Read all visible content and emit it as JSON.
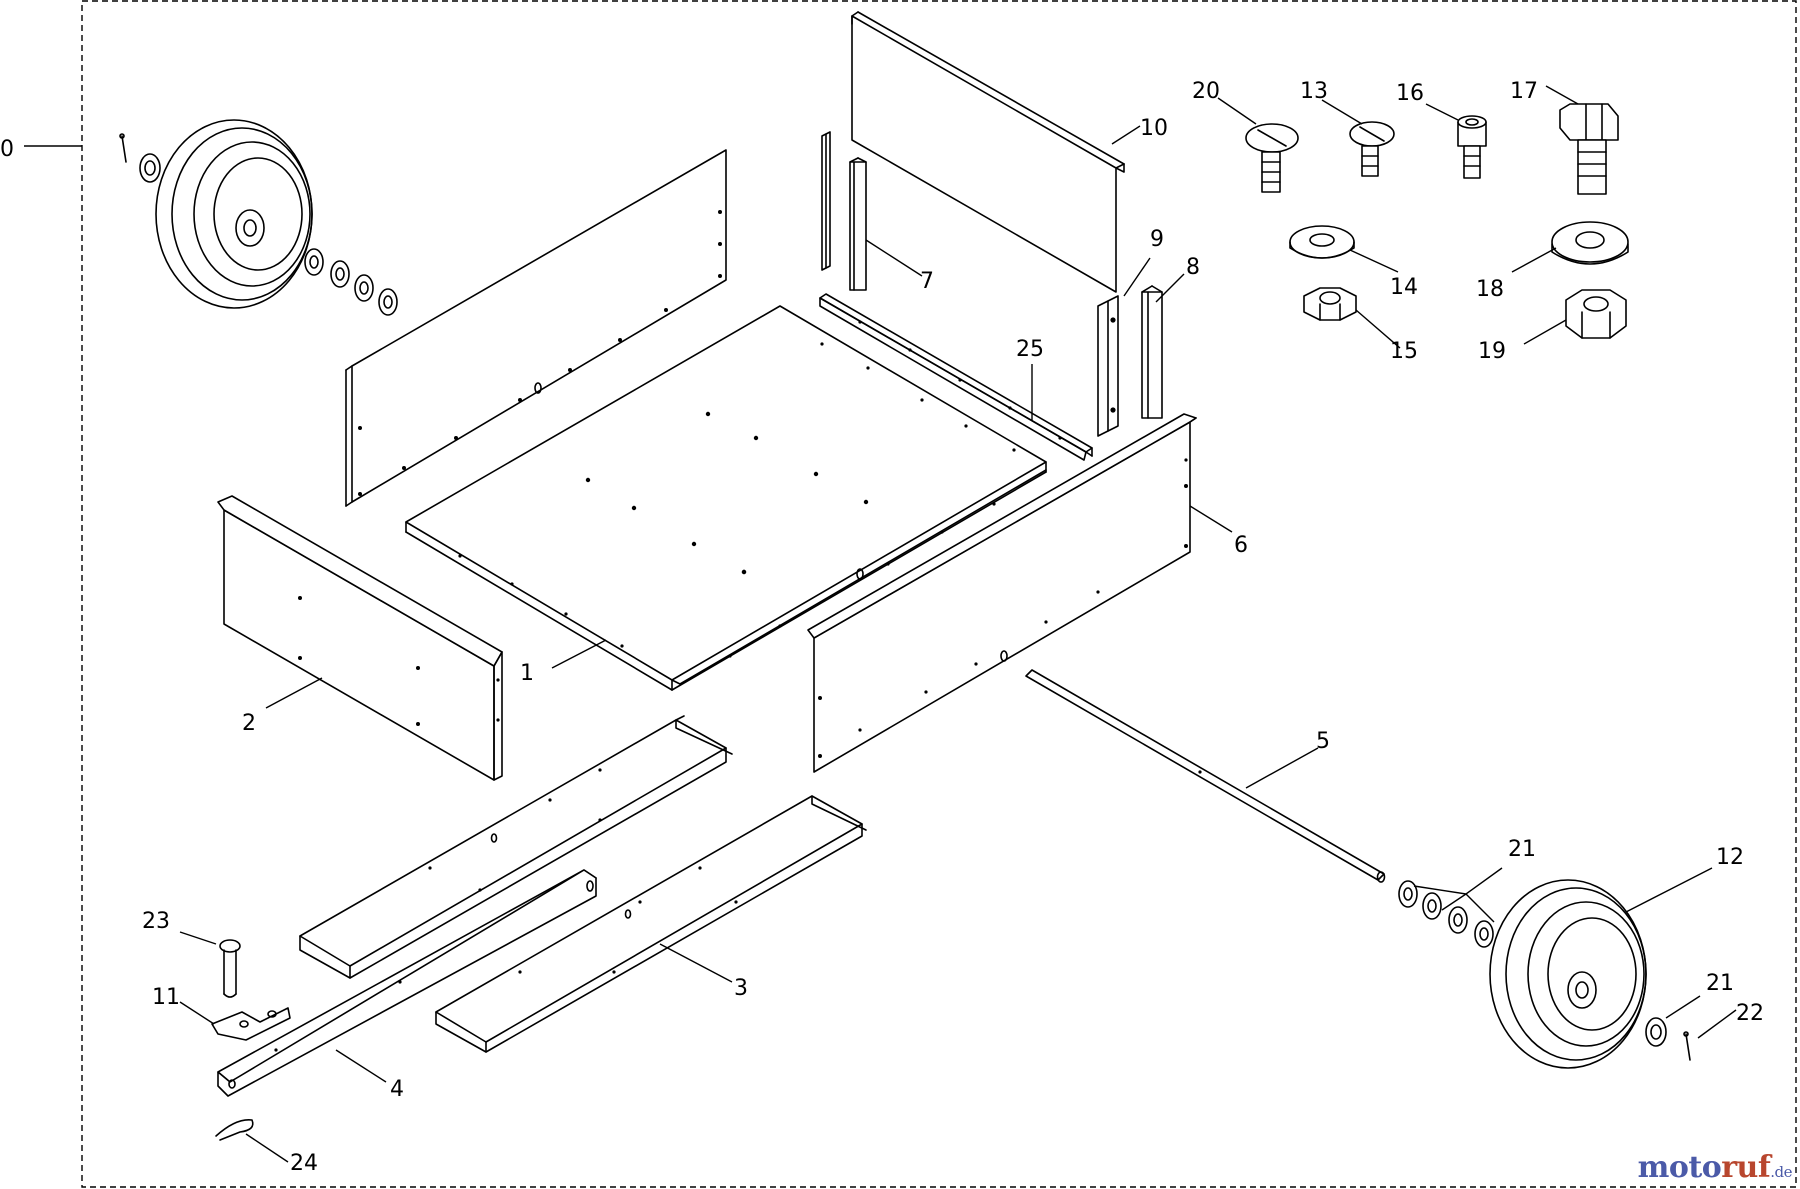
{
  "callouts": {
    "c0": "0",
    "c1": "1",
    "c2": "2",
    "c3": "3",
    "c4": "4",
    "c5": "5",
    "c6": "6",
    "c7": "7",
    "c8": "8",
    "c9": "9",
    "c10": "10",
    "c11": "11",
    "c12": "12",
    "c13": "13",
    "c14": "14",
    "c15": "15",
    "c16": "16",
    "c17": "17",
    "c18": "18",
    "c19": "19",
    "c20": "20",
    "c21a": "21",
    "c21b": "21",
    "c22": "22",
    "c23": "23",
    "c24": "24",
    "c25": "25"
  },
  "watermark": {
    "part1": "moto",
    "part2": "ruf",
    "part3": ".de"
  },
  "colors": {
    "line": "#000000",
    "brand_blue": "#4b5aa8",
    "brand_red": "#b8462e"
  }
}
